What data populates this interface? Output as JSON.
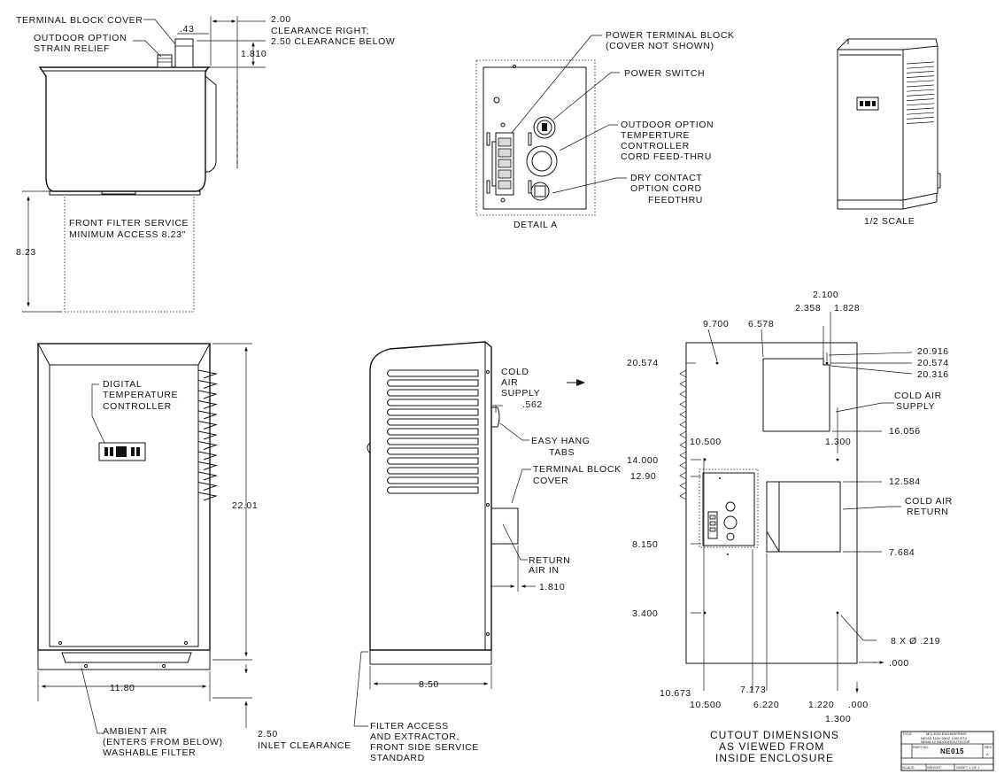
{
  "top_view": {
    "terminal_block_cover": "TERMINAL BLOCK COVER",
    "outdoor_option_1": "OUTDOOR OPTION",
    "outdoor_option_2": "STRAIN RELIEF",
    "dim_043": ".43",
    "dim_200": "2.00",
    "clearance_right": "CLEARANCE RIGHT;",
    "clearance_below": "2.50 CLEARANCE BELOW",
    "dim_1810": "1.810",
    "filter_service_1": "FRONT FILTER SERVICE",
    "filter_service_2": "MINIMUM ACCESS 8.23\"",
    "dim_823": "8.23"
  },
  "detail_a": {
    "caption": "DETAIL A",
    "power_terminal_1": "POWER TERMINAL BLOCK",
    "power_terminal_2": "(COVER NOT SHOWN)",
    "power_switch": "POWER SWITCH",
    "outdoor_1": "OUTDOOR OPTION",
    "outdoor_2": "TEMPERTURE",
    "outdoor_3": "CONTROLLER",
    "outdoor_4": "CORD FEED-THRU",
    "dry_1": "DRY CONTACT",
    "dry_2": "OPTION CORD",
    "dry_3": "FEEDTHRU"
  },
  "iso_view": {
    "caption": "1/2 SCALE"
  },
  "front_view": {
    "dtc_1": "DIGITAL",
    "dtc_2": "TEMPERATURE",
    "dtc_3": "CONTROLLER",
    "dim_height": "22.01",
    "dim_width": "11.80",
    "ambient_1": "AMBIENT AIR",
    "ambient_2": "(ENTERS FROM BELOW)",
    "ambient_3": "WASHABLE FILTER",
    "dim_250": "2.50",
    "inlet_clearance": "INLET CLEARANCE"
  },
  "side_view": {
    "cold_1": "COLD",
    "cold_2": "AIR",
    "cold_3": "SUPPLY",
    "dim_562": ".562",
    "easy_1": "EASY HANG",
    "easy_2": "TABS",
    "tbc_1": "TERMINAL BLOCK",
    "tbc_2": "COVER",
    "return_1": "RETURN",
    "return_2": "AIR IN",
    "dim_1810": "1.810",
    "dim_850": "8.50",
    "filter_1": "FILTER ACCESS",
    "filter_2": "AND EXTRACTOR,",
    "filter_3": "FRONT SIDE SERVICE",
    "filter_4": "STANDARD"
  },
  "cutout": {
    "d_2100": "2.100",
    "d_2358": "2.358",
    "d_1828": "1.828",
    "d_9700": "9.700",
    "d_6578": "6.578",
    "d_20574_l": "20.574",
    "d_20916": "20.916",
    "d_20574_r": "20.574",
    "d_20316": "20.316",
    "cold_supply_1": "COLD AIR",
    "cold_supply_2": "SUPPLY",
    "d_16056": "16.056",
    "d_1300_a": "1.300",
    "d_10500_a": "10.500",
    "d_14000": "14.000",
    "d_1290": "12.90",
    "d_12584": "12.584",
    "cold_return_1": "COLD AIR",
    "cold_return_2": "RETURN",
    "d_8150": "8.150",
    "d_7684": "7.684",
    "d_3400": "3.400",
    "holes": "8 X  Ø  .219",
    "d_000_r": ".000",
    "d_10673": "10.673",
    "d_10500_b": "10.500",
    "d_7173": "7.173",
    "d_6220": "6.220",
    "d_1220": "1.220",
    "d_000_b": ".000",
    "d_1300_b": "1.300",
    "caption_1": "CUTOUT DIMENSIONS",
    "caption_2": "AS VIEWED FROM",
    "caption_3": "INSIDE ENCLOSURE"
  },
  "title_block": {
    "title_label": "TITLE",
    "company": "MCLEAN ENGINEERING",
    "line_1": "NE015 115V 60HZ 1000 BTU",
    "line_2": "NEMA 12 INDOOR/OUTDOOR",
    "part_label": "PART NO.",
    "part_no": "NE015",
    "rev_label": "REV",
    "rev": "A",
    "scale": "SCALE:",
    "weight": "WEIGHT:",
    "sheet": "SHEET 1 OF 1"
  }
}
